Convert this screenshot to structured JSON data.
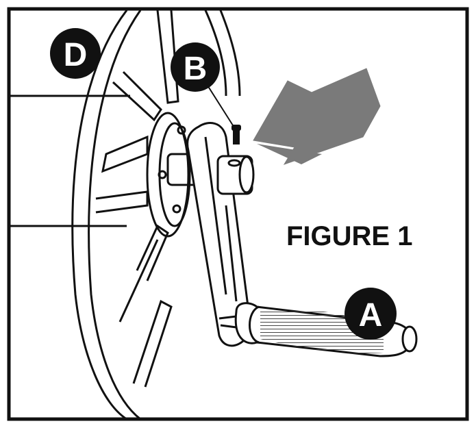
{
  "figure": {
    "title": "FIGURE 1"
  },
  "callouts": {
    "a": "A",
    "b": "B",
    "d": "D"
  },
  "colors": {
    "ink": "#111111",
    "arrow_fill": "#7a7a7a",
    "paper": "#ffffff",
    "grip_hatch": "#555555"
  },
  "icons": {
    "arrow": "pointer-arrow-icon"
  }
}
